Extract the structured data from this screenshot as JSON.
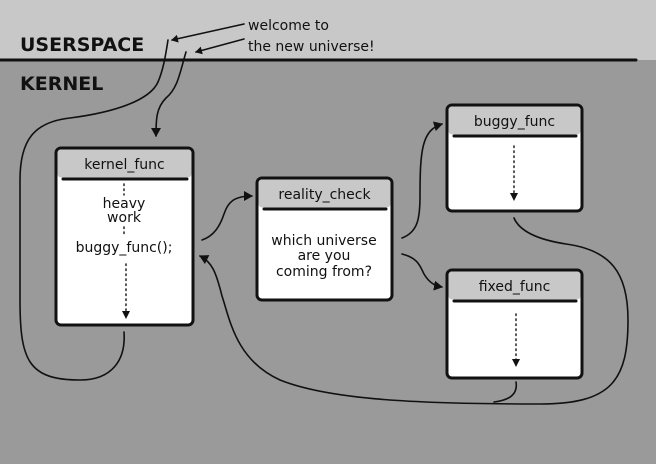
{
  "zones": {
    "userspace_label": "USERSPACE",
    "kernel_label": "KERNEL"
  },
  "annotation": {
    "line1": "welcome to",
    "line2": "the new universe!"
  },
  "boxes": {
    "kernel_func": {
      "title": "kernel_func",
      "lines": [
        "heavy",
        "work",
        "buggy_func();"
      ]
    },
    "reality_check": {
      "title": "reality_check",
      "lines": [
        "which universe",
        "are you",
        "coming from?"
      ]
    },
    "buggy_func": {
      "title": "buggy_func",
      "lines": []
    },
    "fixed_func": {
      "title": "fixed_func",
      "lines": []
    }
  },
  "colors": {
    "userspace_bg": "#c8c8c8",
    "kernel_bg": "#9a9a9a",
    "box_bg": "#ffffff",
    "title_bg": "#c8c8c8",
    "ink": "#111111"
  }
}
